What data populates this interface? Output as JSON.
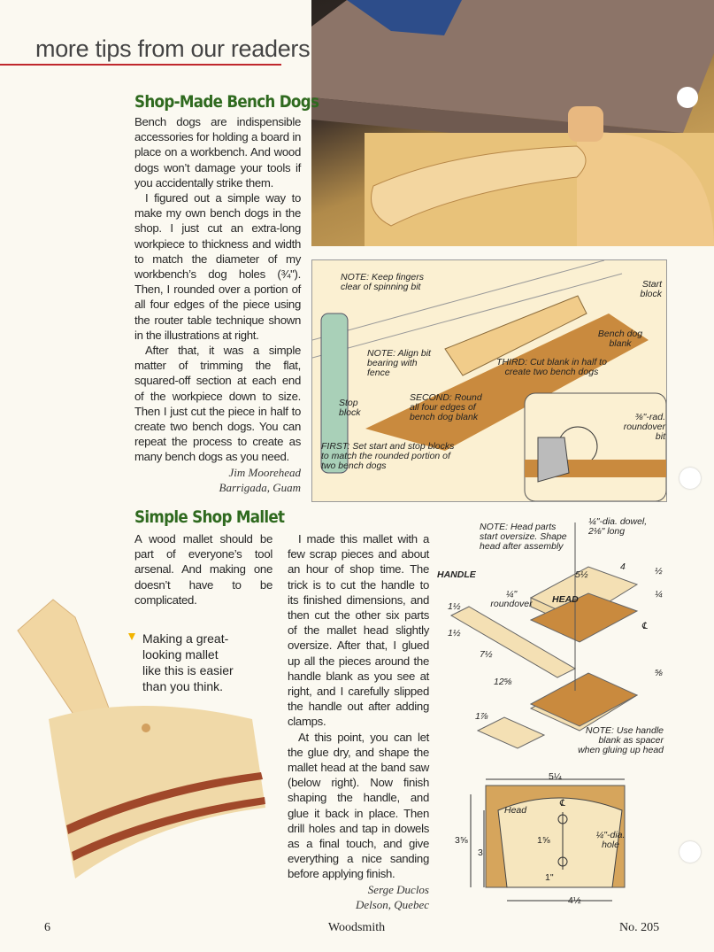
{
  "section_title": "more tips from our readers",
  "bench_dogs": {
    "heading": "Shop-Made Bench Dogs",
    "paragraphs": [
      "Bench dogs are indispensible accessories for holding a board in place on a workbench. And wood dogs won’t damage your tools if you accidentally strike them.",
      "I figured out a simple way to make my own bench dogs in the shop. I just cut an extra-long workpiece to thickness and width to match the diameter of my workbench’s dog holes (¾\"). Then, I rounded over a portion of all four edges of the piece using the router table technique shown in the illustrations at right.",
      "After that, it was a simple matter of trimming the flat, squared-off section at each end of the workpiece down to size. Then I just cut the piece in half to create two bench dogs. You can repeat the process to create as many bench dogs as you need."
    ],
    "author": "Jim Moorehead",
    "location": "Barrigada, Guam"
  },
  "router_diagram": {
    "note_fingers": "NOTE: Keep fingers clear of spinning bit",
    "start_block": "Start block",
    "bench_dog_blank": "Bench dog blank",
    "note_align": "NOTE: Align bit bearing with fence",
    "third": "THIRD: Cut blank in half to create two bench dogs",
    "second": "SECOND: Round all four edges of bench dog blank",
    "stop_block": "Stop block",
    "first": "FIRST: Set start and stop blocks to match the rounded portion of two bench dogs",
    "roundover_bit": "⅜\"-rad. roundover bit"
  },
  "mallet": {
    "heading": "Simple Shop Mallet",
    "intro": "A wood mallet should be part of everyone’s tool arsenal. And making one doesn’t have to be complicated.",
    "caption": "Making a great-looking mallet like this is easier than you think.",
    "paragraphs": [
      "I made this mallet with a few scrap pieces and about an hour of shop time. The trick is to cut the handle to its finished dimensions, and then cut the other six parts of the mallet head slightly oversize. After that, I glued up all the pieces around the handle blank as you see at right, and I carefully slipped the handle out after adding clamps.",
      "At this point, you can let the glue dry, and shape the mallet head at the band saw (below right). Now finish shaping the handle, and glue it back in place. Then drill holes and tap in dowels as a final touch, and give everything a nice sanding before applying finish."
    ],
    "author": "Serge Duclos",
    "location": "Delson, Quebec",
    "accent_color": "#f2b400"
  },
  "assembly_diagram": {
    "note_head": "NOTE: Head parts start oversize. Shape head after assembly",
    "dowel": "¼\"-dia. dowel, 2⅛\" long",
    "handle": "HANDLE",
    "head": "HEAD",
    "roundover": "¼\" roundover",
    "dims": [
      "5½",
      "4",
      "½",
      "¼",
      "1½",
      "1½",
      "7½",
      "12⅝",
      "⅝",
      "1⅞"
    ],
    "centerline": "℄",
    "note_spacer": "NOTE: Use handle blank as spacer when gluing up head"
  },
  "head_diagram": {
    "width_top": "5¼",
    "head": "Head",
    "centerline": "℄",
    "height_total": "3⅝",
    "height": "3",
    "hole_spacing": "1⅝",
    "hole": "¼\"-dia. hole",
    "offset": "1\"",
    "width_bottom": "4½"
  },
  "footer": {
    "page_number": "6",
    "magazine": "Woodsmith",
    "issue": "No. 205"
  }
}
